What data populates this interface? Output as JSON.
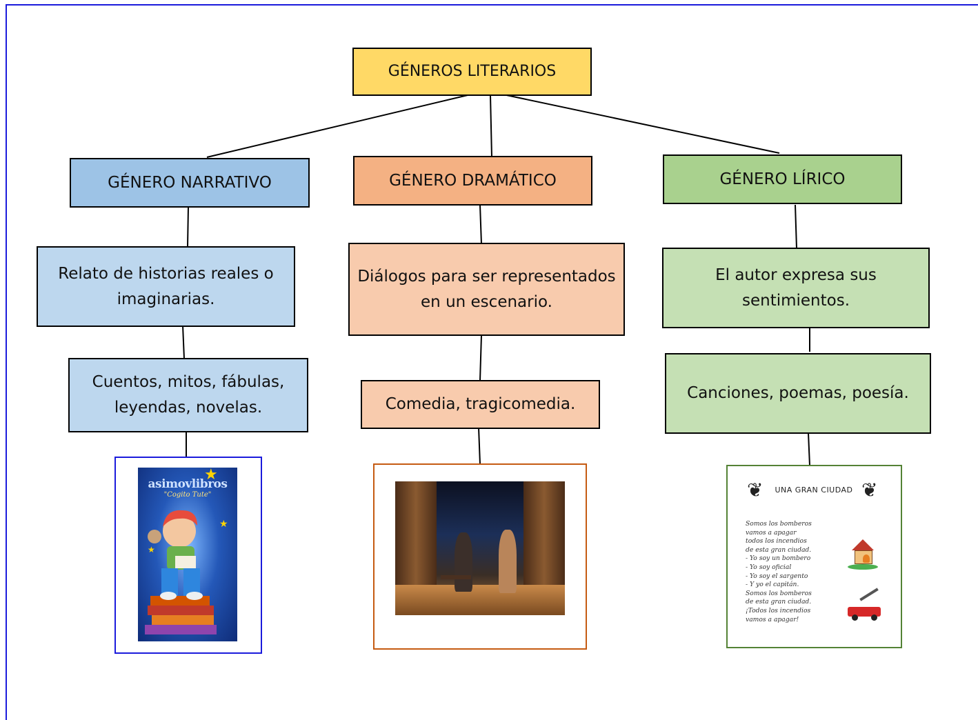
{
  "title": "GÉNEROS LITERARIOS",
  "branches": [
    {
      "heading": "GÉNERO NARRATIVO",
      "description": "Relato de historias reales o imaginarias.",
      "examples": "Cuentos, mitos, fábulas, leyendas, novelas.",
      "image": {
        "brand_text": "asimovlibros",
        "motto_text": "\"Cogito Tute\""
      }
    },
    {
      "heading": "GÉNERO DRAMÁTICO",
      "description": "Diálogos para ser representados en un escenario.",
      "examples": "Comedia, tragicomedia."
    },
    {
      "heading": "GÉNERO LÍRICO",
      "description": "El autor expresa sus sentimientos.",
      "examples": "Canciones, poemas, poesía.",
      "image": {
        "poem_title": "UNA GRAN CIUDAD",
        "poem_lines": [
          "Somos los bomberos",
          "vamos a apagar",
          "todos los incendios",
          "de esta gran ciudad.",
          "- Yo soy un bombero",
          "- Yo soy oficial",
          "- Yo soy el sargento",
          "- Y yo el capitán.",
          "Somos los bomberos",
          "de esta gran ciudad.",
          "¡Todos los incendios",
          "vamos a apagar!"
        ]
      }
    }
  ],
  "colors": {
    "title": "#ffd966",
    "narrative_head": "#9dc3e6",
    "narrative_body": "#bdd7ee",
    "dramatic_head": "#f4b183",
    "dramatic_body": "#f8cbad",
    "lyric_head": "#a9d18e",
    "lyric_body": "#c5e0b4",
    "frame_blue": "#1a1adc",
    "frame_orange": "#c55a11",
    "frame_green": "#548235"
  }
}
